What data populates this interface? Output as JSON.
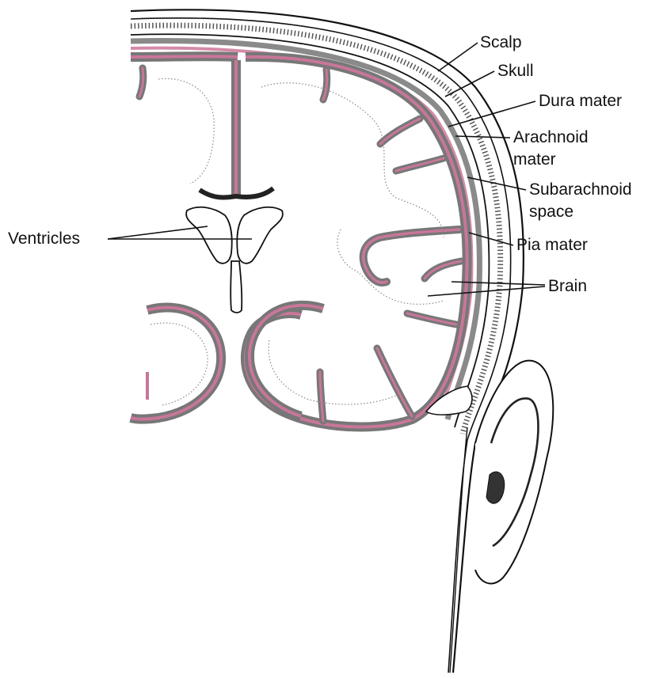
{
  "labels": {
    "scalp": "Scalp",
    "skull": "Skull",
    "dura_mater": "Dura mater",
    "arachnoid_line1": "Arachnoid",
    "arachnoid_line2": "mater",
    "subarachnoid_line1": "Subarachnoid",
    "subarachnoid_line2": "space",
    "pia_mater": "Pia mater",
    "brain": "Brain",
    "ventricles": "Ventricles"
  },
  "colors": {
    "pia": "#c8769a",
    "pia_light": "#e7b4c6",
    "dura_gray": "#7d7d7d",
    "ink": "#111111",
    "background": "#ffffff"
  }
}
